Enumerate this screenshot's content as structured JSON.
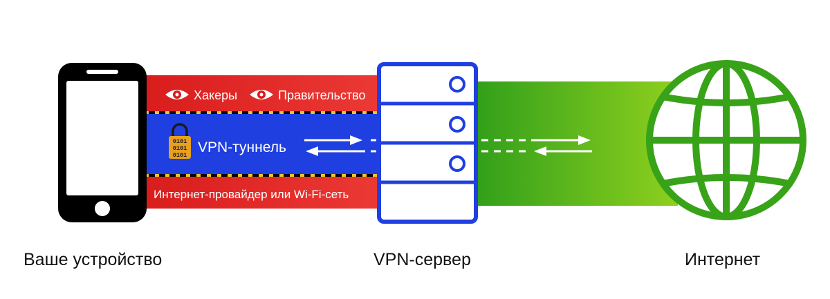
{
  "captions": {
    "device": "Ваше устройство",
    "server": "VPN-сервер",
    "internet": "Интернет"
  },
  "tunnel": {
    "threat_1": "Хакеры",
    "threat_2": "Правительство",
    "vpn_label": "VPN-туннель",
    "isp_label": "Интернет-провайдер или Wi-Fi-сеть",
    "lock_code": [
      "0101",
      "0101",
      "0101"
    ]
  },
  "colors": {
    "danger_red": "#e52521",
    "tunnel_blue": "#1f3fe0",
    "server_blue": "#1f3fe0",
    "internet_green": "#3aa918",
    "globe_green": "#38a318",
    "lock_gold": "#e8a020",
    "device_black": "#000000"
  },
  "icons": {
    "device": "smartphone-icon",
    "eye": "eye-icon",
    "lock": "padlock-icon",
    "server": "server-rack-icon",
    "globe": "globe-icon"
  }
}
